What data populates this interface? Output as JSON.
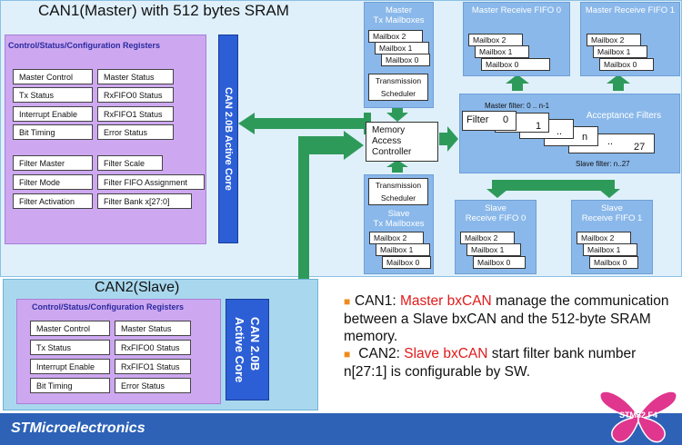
{
  "can1": {
    "title": "CAN1(Master) with 512 bytes SRAM",
    "csr_title": "Control/Status/Configuration Registers",
    "registers_left": [
      "Master Control",
      "Tx Status",
      "Interrupt Enable",
      "Bit Timing"
    ],
    "registers_right": [
      "Master Status",
      "RxFIFO0 Status",
      "RxFIFO1 Status",
      "Error Status"
    ],
    "filter_registers_left": [
      "Filter Master",
      "Filter Mode",
      "Filter Activation"
    ],
    "filter_registers_right": [
      "Filter Scale",
      "Filter FIFO Assignment",
      "Filter Bank x[27:0]"
    ],
    "core_label": "CAN 2.0B Active Core"
  },
  "master_tx": {
    "title_line1": "Master",
    "title_line2": "Tx Mailboxes",
    "mailboxes": [
      "Mailbox 2",
      "Mailbox 1",
      "Mailbox 0"
    ],
    "scheduler_line1": "Transmission",
    "scheduler_line2": "Scheduler"
  },
  "master_fifo0": {
    "title": "Master Receive FIFO 0",
    "mailboxes": [
      "Mailbox 2",
      "Mailbox 1",
      "Mailbox 0"
    ]
  },
  "master_fifo1": {
    "title": "Master Receive FIFO 1",
    "mailboxes": [
      "Mailbox 2",
      "Mailbox 1",
      "Mailbox 0"
    ]
  },
  "mac": {
    "line1": "Memory",
    "line2": "Access",
    "line3": "Controller"
  },
  "filters": {
    "title": "Acceptance Filters",
    "master_filter": "Master filter: 0 .. n-1",
    "slave_filter": "Slave filter: n..27",
    "filter_label": "Filter",
    "values": [
      "0",
      "1",
      "..",
      "n",
      "..",
      "27"
    ]
  },
  "slave_tx": {
    "scheduler_line1": "Transmission",
    "scheduler_line2": "Scheduler",
    "title_line1": "Slave",
    "title_line2": "Tx Mailboxes",
    "mailboxes": [
      "Mailbox 2",
      "Mailbox 1",
      "Mailbox 0"
    ]
  },
  "slave_fifo0": {
    "title_line1": "Slave",
    "title_line2": "Receive FIFO 0",
    "mailboxes": [
      "Mailbox 2",
      "Mailbox 1",
      "Mailbox 0"
    ]
  },
  "slave_fifo1": {
    "title_line1": "Slave",
    "title_line2": "Receive FIFO 1",
    "mailboxes": [
      "Mailbox 2",
      "Mailbox 1",
      "Mailbox 0"
    ]
  },
  "can2": {
    "title": "CAN2(Slave)",
    "csr_title": "Control/Status/Configuration Registers",
    "registers_left": [
      "Master Control",
      "Tx Status",
      "Interrupt Enable",
      "Bit Timing"
    ],
    "registers_right": [
      "Master Status",
      "RxFIFO0 Status",
      "RxFIFO1 Status",
      "Error Status"
    ],
    "core_line1": "CAN 2.0B",
    "core_line2": "Active Core"
  },
  "bullets": {
    "b1_prefix": "CAN1: ",
    "b1_highlight": "Master bxCAN",
    "b1_rest": " manage the communication between a Slave bxCAN and the 512-byte SRAM memory.",
    "b2_prefix": " CAN2: ",
    "b2_highlight": "Slave bxCAN",
    "b2_rest": " start filter bank number n[27:1] is configurable by SW."
  },
  "footer": {
    "brand": "STMicroelectronics",
    "badge": "STM32 F4"
  },
  "colors": {
    "arrow": "#2e9a5a",
    "core": "#2c5fd6",
    "group": "#8ab8ea",
    "csr": "#cda8f0",
    "highlight": "#e01a1a"
  }
}
